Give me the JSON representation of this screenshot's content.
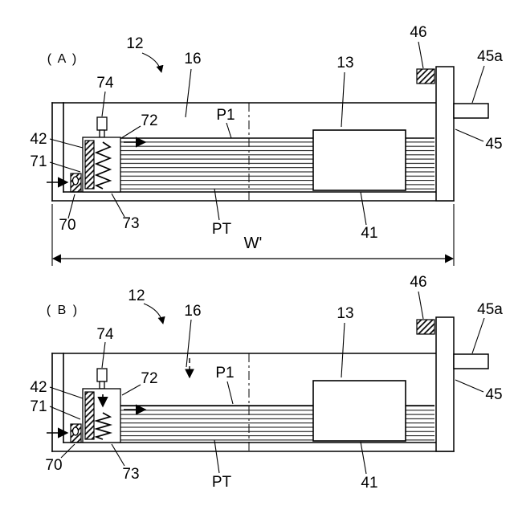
{
  "figure": {
    "background": "#ffffff",
    "ink": "#000000",
    "panels": {
      "a": {
        "label": "( A )"
      },
      "b": {
        "label": "( B )"
      }
    },
    "dimension": {
      "width_label": "W'"
    },
    "refs": {
      "r12": "12",
      "r13": "13",
      "r16": "16",
      "r41": "41",
      "r42": "42",
      "r45": "45",
      "r45a": "45a",
      "r46": "46",
      "r70": "70",
      "r71": "71",
      "r72": "72",
      "r73": "73",
      "r74": "74",
      "p1": "P1",
      "pt": "PT"
    }
  }
}
